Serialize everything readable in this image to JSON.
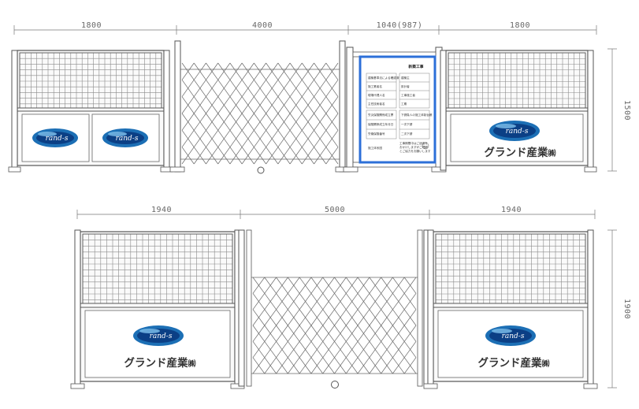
{
  "dimensions": {
    "top": {
      "segments": [
        "1800",
        "4000",
        "1040(987)",
        "1800"
      ],
      "height": "1500"
    },
    "bottom": {
      "segments": [
        "1940",
        "5000",
        "1940"
      ],
      "height": "1900"
    }
  },
  "brand": {
    "logo_text": "rand-s",
    "company_name": "グランド産業",
    "company_suffix": "㈱"
  },
  "sign_board": {
    "title": "新築工事",
    "left_col_rows": [
      "建築基準法による確認済",
      "施工業者名",
      "現場代理人名",
      "主任技術者名"
    ],
    "right_col_rows": [
      "建築主",
      "設計者",
      "工事施工者",
      "工期"
    ],
    "lower_left_rows": [
      "労災保険関係成立票",
      "保険関係成立年月日",
      "労働保険番号"
    ],
    "lower_right_rows": [
      "下請負人の施工体制台帳",
      "一次下請",
      "二次下請"
    ],
    "notice_lines": [
      "工事期間中はご迷惑を",
      "おかけしますがご理解",
      "とご協力をお願いします"
    ],
    "footer": "施工体系図"
  },
  "colors": {
    "line": "#6a6a6a",
    "frame": "#555555",
    "mesh": "#8a8a8a",
    "panel_fill": "#fafafa",
    "logo_outer": "#1c6fb5",
    "logo_inner": "#0b3f85",
    "logo_highlight": "#7fc3ee",
    "sign_border": "#2c6fd8",
    "dimension": "#777777"
  }
}
